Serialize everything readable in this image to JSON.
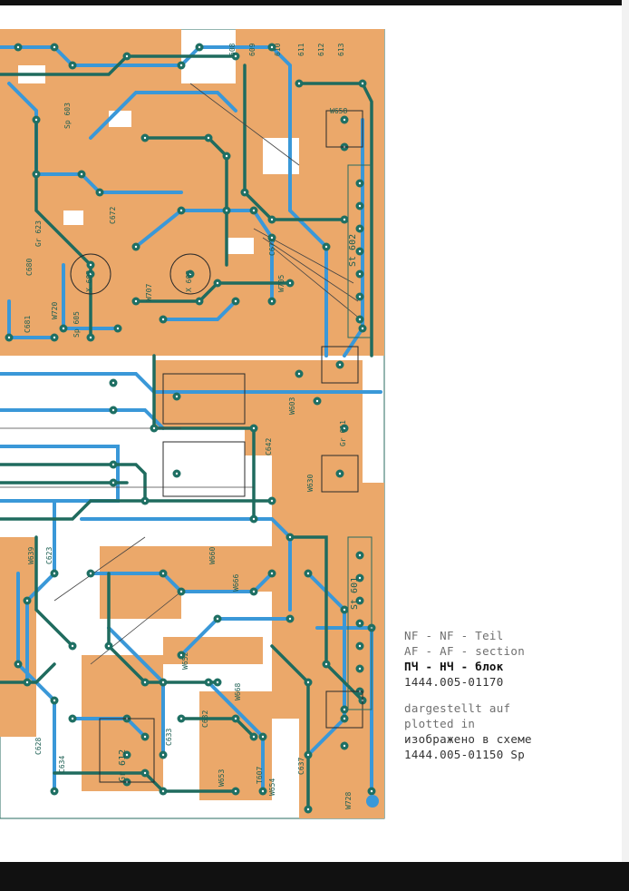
{
  "colors": {
    "board_orange": "#eba86a",
    "trace_blue": "#3a98d8",
    "trace_green": "#1f6b5e",
    "pad_teal": "#1e6f63"
  },
  "caption": {
    "line1": "NF - NF - Teil",
    "line2": "AF - AF - section",
    "line3": "ПЧ - НЧ - блок",
    "line4": "1444.005-01170",
    "line5": "dargestellt auf",
    "line6": "plotted in",
    "line7": "изображено в схеме",
    "line8": "1444.005-01150 Sp"
  },
  "board_labels": {
    "connectors_top": [
      "608",
      "609",
      "610",
      "611",
      "612",
      "613"
    ],
    "st602": "St 602",
    "st601": "St 601",
    "gr611": "Gr 611",
    "gr612": "Gr 612",
    "x603": "X 603",
    "x602": "X 602",
    "c642": "C642",
    "c623": "C623",
    "c633": "C633",
    "c632": "C632",
    "c634": "C634",
    "c628": "C628",
    "c637": "C637",
    "c673": "C673",
    "c672": "C672",
    "c680": "C680",
    "c681": "C681",
    "w603": "W603",
    "w630": "W630",
    "w639": "W639",
    "w652": "W652",
    "w653": "W653",
    "w654": "W654",
    "w660": "W660",
    "w666": "W666",
    "w668": "W668",
    "w728": "W728",
    "w720": "W720",
    "w707": "W707",
    "w705": "W705",
    "w658": "W658",
    "t607": "T607",
    "gr623": "Gr 623",
    "sp605": "Sp 605",
    "sp603": "Sp 603"
  }
}
